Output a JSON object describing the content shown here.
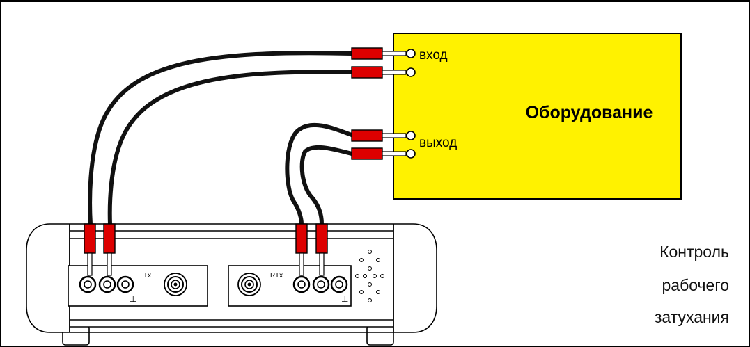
{
  "equipment": {
    "title": "Оборудование",
    "input_label": "вход",
    "output_label": "выход",
    "color": "#fff200"
  },
  "instrument": {
    "tx_label": "Tx",
    "rtx_label": "RTx",
    "ground_symbol": "⊥"
  },
  "caption": {
    "line1": "Контроль",
    "line2": "рабочего",
    "line3": "затухания"
  },
  "colors": {
    "cable": "#111111",
    "plug": "#dd0000"
  },
  "icons": [
    "plug-icon",
    "bnc-connector-icon",
    "jack-socket-icon",
    "speaker-grille-icon"
  ]
}
